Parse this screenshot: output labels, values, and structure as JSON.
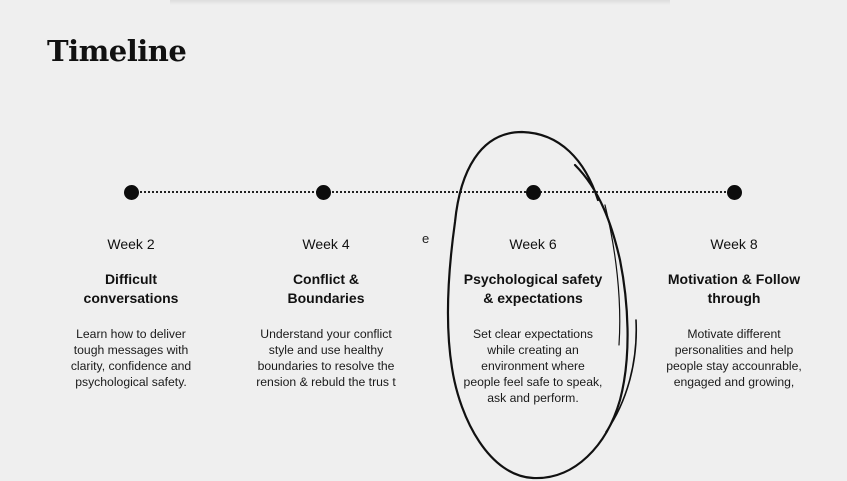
{
  "title": "Timeline",
  "stray_text": "e",
  "timeline": [
    {
      "week": "Week 2",
      "heading": "Difficult\nconversations",
      "description": "Learn how to deliver\ntough messages with\nclarity, confidence and\npsychological safety."
    },
    {
      "week": "Week 4",
      "heading": "Conflict &\nBoundaries",
      "description": "Understand your conflict\nstyle and use healthy\nboundaries to resolve the\nrension & rebuld the trus t"
    },
    {
      "week": "Week 6",
      "heading": "Psychological safety\n& expectations",
      "description": "Set clear expectations\nwhile creating an\nenvironment where\npeople feel safe to speak,\nask and perform."
    },
    {
      "week": "Week 8",
      "heading": "Motivation & Follow\nthrough",
      "description": "Motivate different\npersonalities and help\npeople stay accounrable,\nengaged and growing,"
    }
  ],
  "colors": {
    "background": "#efefef",
    "text": "#111111",
    "dot": "#0c0c0c",
    "annotation_stroke": "#111111"
  }
}
